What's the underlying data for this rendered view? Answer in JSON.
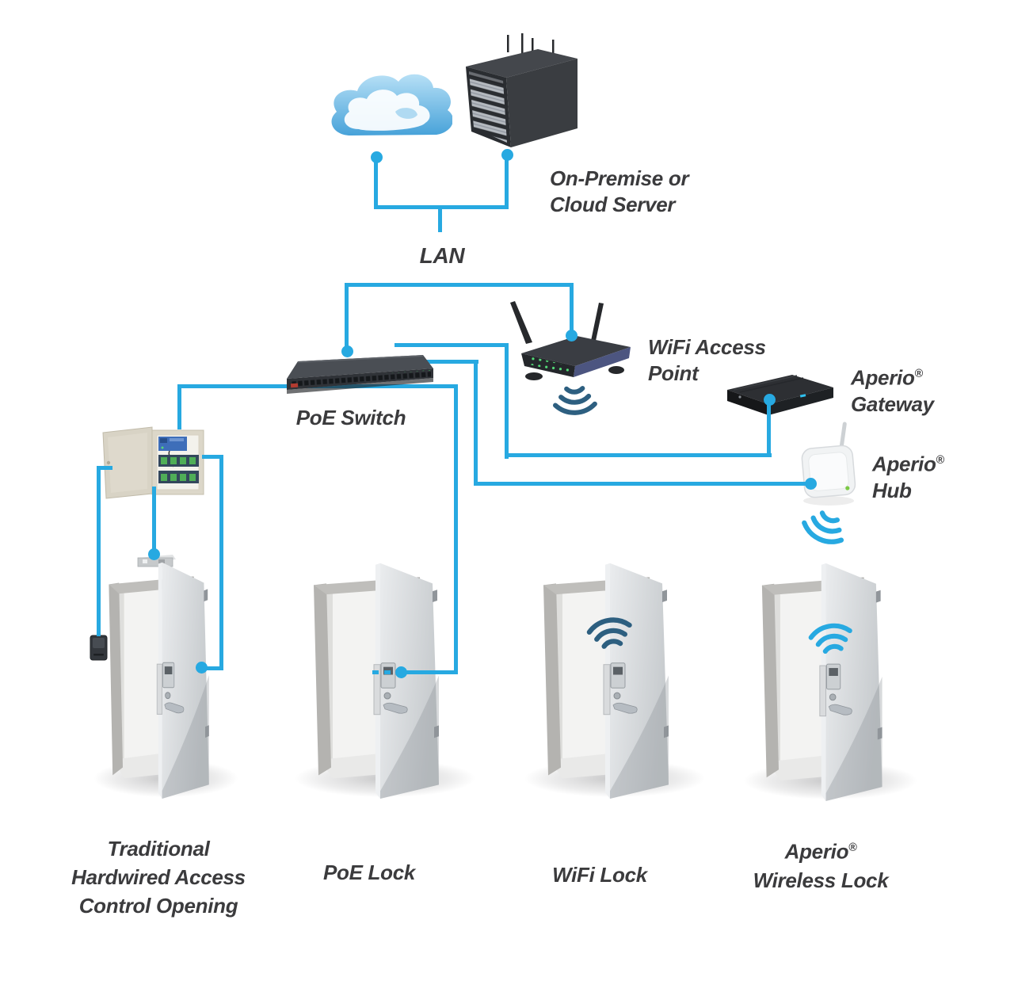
{
  "colors": {
    "wire": "#27a9e1",
    "wave_dark": "#2d5f80",
    "wave_cyan": "#27a9e1",
    "text": "#3b3b3d"
  },
  "nodes": {
    "cloud": {
      "icon": "cloud-icon"
    },
    "server": {
      "icon": "server-rack-icon",
      "line1": "On-Premise or",
      "line2": "Cloud Server"
    },
    "lan": {
      "label": "LAN"
    },
    "poe_switch": {
      "icon": "network-switch-icon",
      "label": "PoE Switch"
    },
    "wifi_access_point": {
      "icon": "wifi-router-icon",
      "line1": "WiFi Access",
      "line2": "Point"
    },
    "aperio_gateway": {
      "icon": "gateway-box-icon",
      "brand": "Aperio",
      "reg": "®",
      "name": "Gateway"
    },
    "aperio_hub": {
      "icon": "wireless-hub-icon",
      "brand": "Aperio",
      "reg": "®",
      "name": "Hub"
    },
    "access_control_panel": {
      "icon": "control-panel-icon"
    },
    "card_reader": {
      "icon": "card-reader-icon"
    },
    "maglock": {
      "icon": "maglock-icon"
    }
  },
  "openings": {
    "traditional": {
      "line1": "Traditional",
      "line2": "Hardwired Access",
      "line3": "Control Opening"
    },
    "poe_lock": {
      "label": "PoE Lock"
    },
    "wifi_lock": {
      "label": "WiFi Lock"
    },
    "aperio_wireless_lock": {
      "brand": "Aperio",
      "reg": "®",
      "name": "Wireless Lock"
    }
  },
  "connections": [
    {
      "from": "cloud",
      "to": "lan",
      "type": "wired"
    },
    {
      "from": "server",
      "to": "lan",
      "type": "wired"
    },
    {
      "from": "lan",
      "to": "poe-switch",
      "type": "wired"
    },
    {
      "from": "lan",
      "to": "wifi-access-point",
      "type": "wired"
    },
    {
      "from": "poe-switch",
      "to": "aperio-gateway",
      "type": "wired"
    },
    {
      "from": "poe-switch",
      "to": "aperio-hub",
      "type": "wired"
    },
    {
      "from": "poe-switch",
      "to": "poe-lock",
      "type": "wired"
    },
    {
      "from": "poe-switch",
      "to": "access-control-panel",
      "type": "wired"
    },
    {
      "from": "access-control-panel",
      "to": "card-reader",
      "type": "wired"
    },
    {
      "from": "access-control-panel",
      "to": "maglock",
      "type": "wired"
    },
    {
      "from": "access-control-panel",
      "to": "door-lock",
      "type": "wired"
    },
    {
      "from": "wifi-access-point",
      "to": "wifi-lock",
      "type": "wireless"
    },
    {
      "from": "aperio-hub",
      "to": "aperio-wireless-lock",
      "type": "wireless"
    }
  ]
}
